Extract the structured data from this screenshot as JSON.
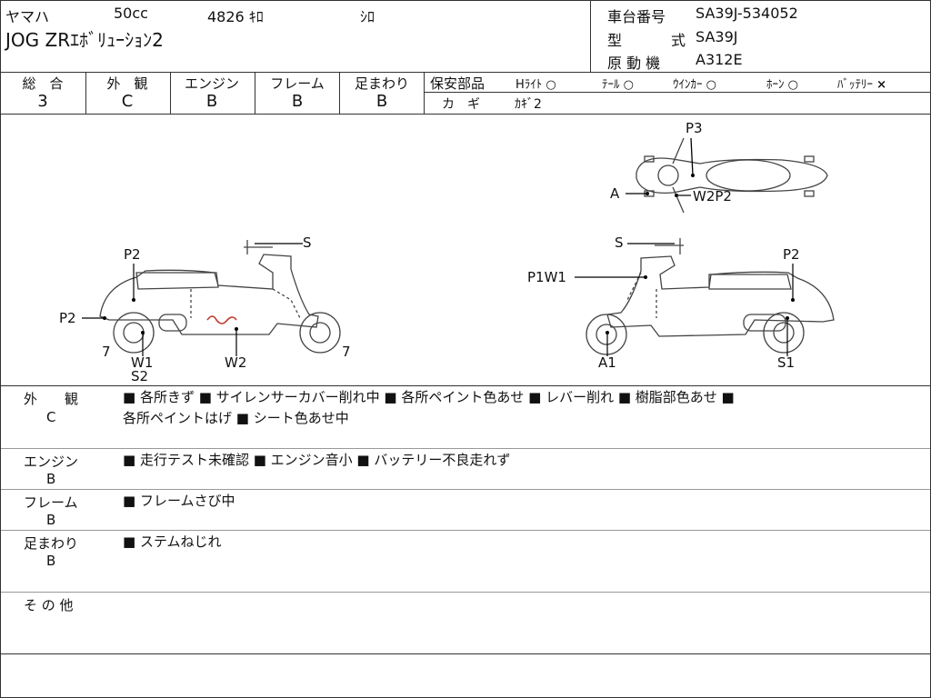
{
  "header": {
    "maker": "ヤマハ",
    "displacement": "50cc",
    "mileage": "4826 ｷﾛ",
    "color": "ｼﾛ",
    "model_name": "JOG ZRｴﾎﾞﾘｭｰｼｮﾝ2",
    "chassis_label": "車台番号",
    "chassis_value": "SA39J-534052",
    "type_label_1": "型",
    "type_label_2": "式",
    "type_value": "SA39J",
    "engine_label": "原 動 機",
    "engine_value": "A312E"
  },
  "grades": [
    {
      "label": "総　合",
      "value": "3"
    },
    {
      "label": "外　観",
      "value": "C"
    },
    {
      "label": "エンジン",
      "value": "B"
    },
    {
      "label": "フレーム",
      "value": "B"
    },
    {
      "label": "足まわり",
      "value": "B"
    }
  ],
  "safety": {
    "title": "保安部品",
    "items": [
      {
        "label": "Hﾗｲﾄ",
        "mark": "○"
      },
      {
        "label": "ﾃｰﾙ",
        "mark": "○"
      },
      {
        "label": "ｳｲﾝｶｰ",
        "mark": "○"
      },
      {
        "label": "ﾎｰﾝ",
        "mark": "○"
      },
      {
        "label": "ﾊﾞｯﾃﾘｰ",
        "mark": "×"
      }
    ],
    "key_label": "カ　ギ",
    "key_value": "ｶｷﾞ2"
  },
  "diagram": {
    "top_view": {
      "p3": "P3",
      "a": "A",
      "w2p2": "W2P2"
    },
    "left_side": {
      "s": "S",
      "p2_top": "P2",
      "p2_left": "P2",
      "seven_left": "7",
      "seven_right": "7",
      "w1": "W1",
      "s2": "S2",
      "w2": "W2"
    },
    "right_side": {
      "s": "S",
      "p1w1": "P1W1",
      "p2": "P2",
      "a1": "A1",
      "s1": "S1"
    }
  },
  "details": [
    {
      "label": "外　　観",
      "grade": "C",
      "text": "■ 各所きず ■ サイレンサーカバー削れ中 ■ 各所ペイント色あせ ■ レバー削れ ■ 樹脂部色あせ ■",
      "text2": "各所ペイントはげ ■ シート色あせ中"
    },
    {
      "label": "エンジン",
      "grade": "B",
      "text": "■ 走行テスト未確認 ■ エンジン音小 ■ バッテリー不良走れず"
    },
    {
      "label": "フレーム",
      "grade": "B",
      "text": "■ フレームさび中"
    },
    {
      "label": "足まわり",
      "grade": "B",
      "text": "■ ステムねじれ"
    },
    {
      "label": "そ の 他"
    }
  ]
}
